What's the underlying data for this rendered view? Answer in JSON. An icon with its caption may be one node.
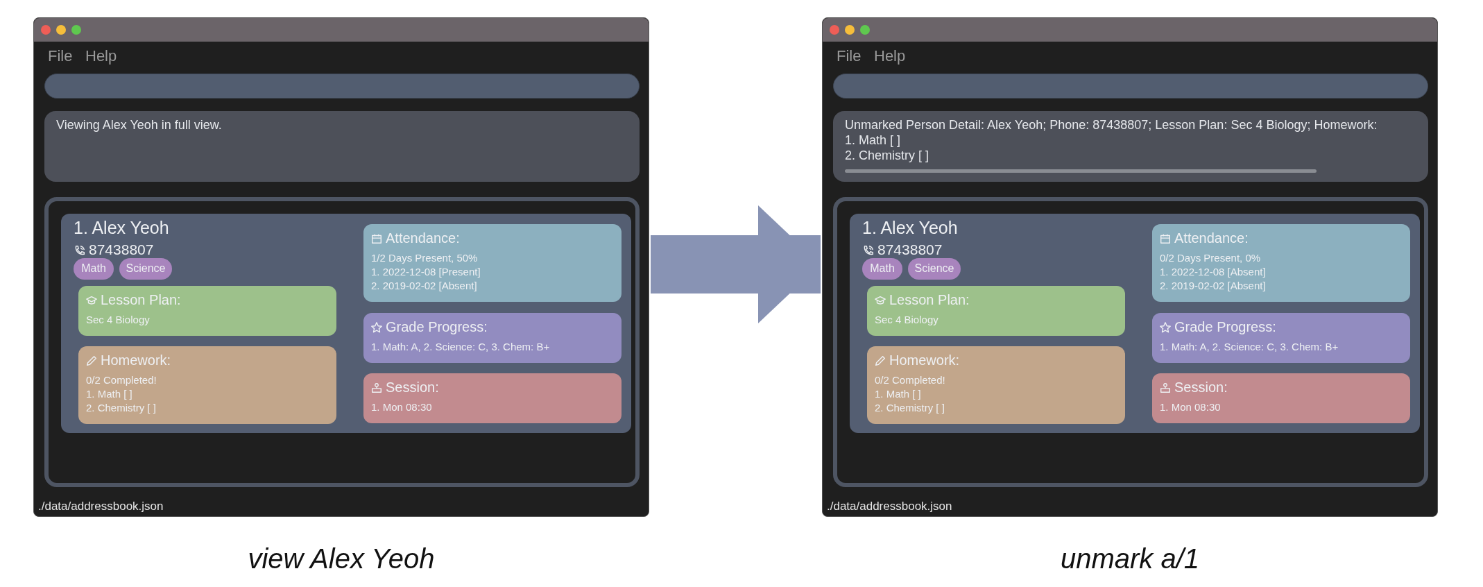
{
  "diagram": {
    "nodes": [
      {
        "text": [
          "File",
          "Help",
          "./data/addressbook.json"
        ],
        "beside": [
          "view Alex Yeoh"
        ]
      },
      {
        "text": [],
        "shape": "box",
        "in": 0
      },
      {
        "text": [
          "Viewing Alex Yeoh in full view."
        ],
        "in": 0
      },
      {
        "text": [],
        "shape": "box",
        "in": 0
      },
      {
        "text": [
          "1.  Alex Yeoh",
          "87438807"
        ],
        "in": 3
      },
      {
        "text": [
          "Math"
        ],
        "in": 4
      },
      {
        "text": [
          "Science"
        ],
        "in": 4
      },
      {
        "text": [
          "Lesson Plan:",
          "Sec 4 Biology"
        ],
        "in": 4
      },
      {
        "text": [
          "Homework:",
          "0/2 Completed!",
          "1. Math [ ]",
          "2. Chemistry [ ]"
        ],
        "in": 4
      },
      {
        "text": [
          "Attendance:",
          "1/2 Days Present, 50%",
          "1. 2022-12-08 [Present]",
          "2. 2019-02-02 [Absent]"
        ],
        "in": 4
      },
      {
        "text": [
          "Grade Progress:",
          "1. Math: A, 2. Science: C, 3. Chem: B+"
        ],
        "in": 4
      },
      {
        "text": [
          "Session:",
          "1. Mon 08:30"
        ],
        "in": 4
      },
      {
        "text": [
          "File",
          "Help",
          "./data/addressbook.json"
        ],
        "beside": [
          "unmark a/1"
        ]
      },
      {
        "text": [],
        "shape": "box",
        "in": 12
      },
      {
        "text": [
          "Unmarked Person Detail: Alex Yeoh; Phone: 87438807; Lesson Plan: Sec 4 Biology; Homework:",
          "1. Math [ ]",
          "2. Chemistry [ ]"
        ],
        "in": 12
      },
      {
        "text": [],
        "shape": "box",
        "in": 12
      },
      {
        "text": [
          "1.  Alex Yeoh",
          "87438807"
        ],
        "in": 15
      },
      {
        "text": [
          "Math"
        ],
        "in": 16
      },
      {
        "text": [
          "Science"
        ],
        "in": 16
      },
      {
        "text": [
          "Lesson Plan:",
          "Sec 4 Biology"
        ],
        "in": 16
      },
      {
        "text": [
          "Homework:",
          "0/2 Completed!",
          "1. Math [ ]",
          "2. Chemistry [ ]"
        ],
        "in": 16
      },
      {
        "text": [
          "Attendance:",
          "0/2 Days Present, 0%",
          "1. 2022-12-08 [Absent]",
          "2. 2019-02-02 [Absent]"
        ],
        "in": 16
      },
      {
        "text": [
          "Grade Progress:",
          "1. Math: A, 2. Science: C, 3. Chem: B+"
        ],
        "in": 16
      },
      {
        "text": [
          "Session:",
          "1. Mon 08:30"
        ],
        "in": 16
      }
    ],
    "edges": [
      {
        "from": 0,
        "to": 12,
        "arrow": "to"
      }
    ]
  }
}
